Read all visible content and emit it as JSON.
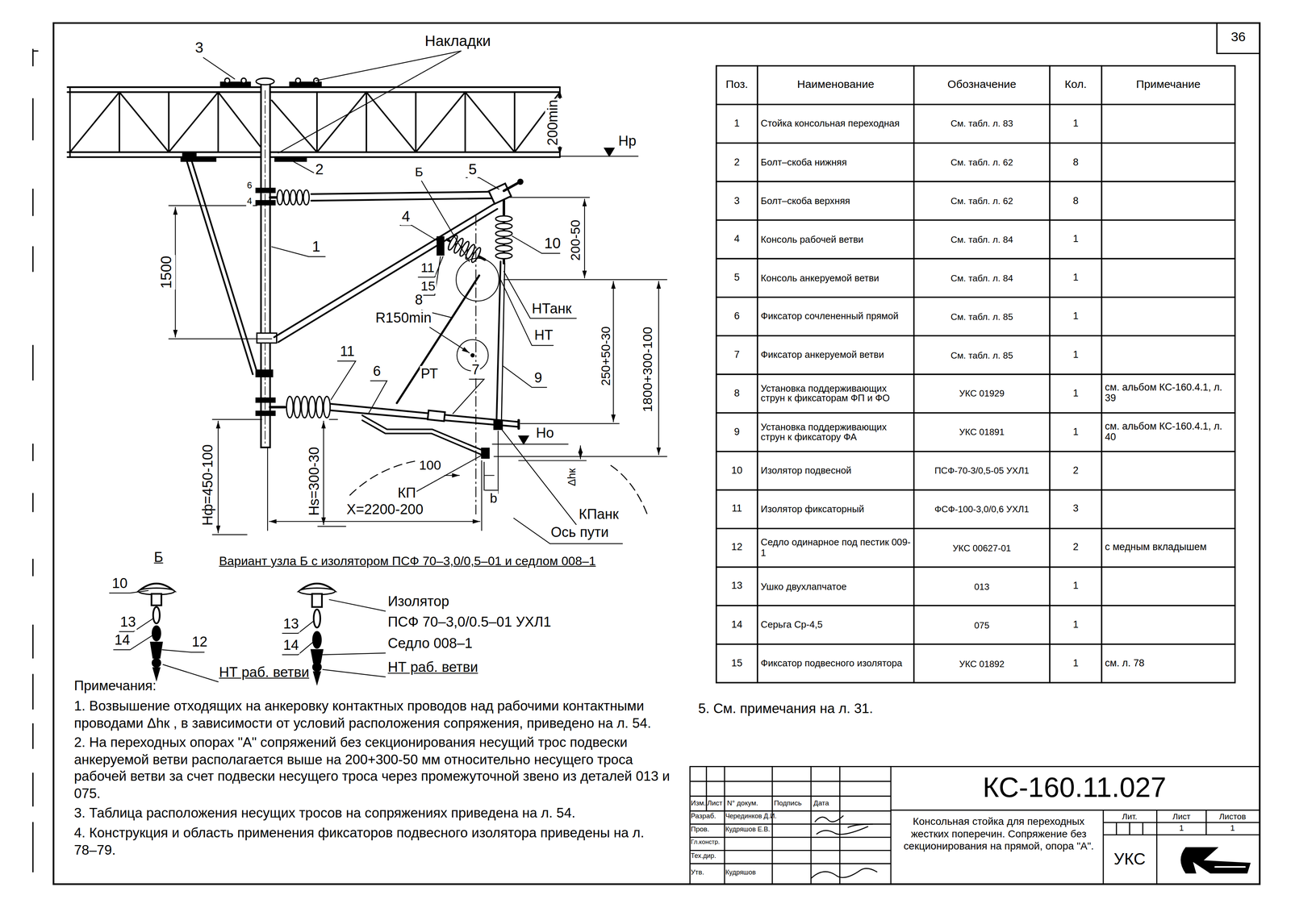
{
  "diagram": {
    "title": "Консольная стойка для переходных жестких поперечин. Сопряжение без секционирования на прямой, опора \"А\".",
    "labels": [
      "3",
      "Накладки",
      "200min",
      "Нр",
      "2",
      "6",
      "4",
      "1500",
      "1",
      "Б",
      "5",
      "4",
      "200-50",
      "10",
      "11",
      "15",
      "НТанк",
      "8",
      "R150min",
      "НТ",
      "РТ",
      "1800+300-100",
      "250+50-30",
      "11",
      "6",
      "9",
      "7",
      "Но",
      "100",
      "Нф=450-100",
      "Нs=300-30",
      "КП",
      "b",
      "Δhк",
      "КПанк",
      "X=2200-200",
      "Ось пути",
      "Вариант узла Б с изолятором ПСФ 70–3,0/0,5–01 и седлом 008–1",
      "Б",
      "10",
      "13",
      "14",
      "12",
      "НТ раб. ветви",
      "Изолятор",
      "ПСФ 70–3,0/0.5–01 УХЛ1",
      "13",
      "14",
      "Седло 008–1",
      "НТ раб. ветви",
      "Примечания:",
      "1. Возвышение отходящих на анкеровку контактных проводов над рабочими контактными проводами Δhк , в зависимости от условий расположения сопряжения, приведено на л. 54.",
      "2. На переходных опорах \"А\" сопряжений без секционирования несущий трос подвески анкеруемой ветви располагается выше на 200+300-50 мм относительно несущего троса рабочей ветви за счет подвески несущего троса через промежуточной звено из деталей 013 и 075.",
      "3. Таблица расположения несущих тросов на сопряжениях приведена на л. 54.",
      "4. Конструкция и область применения фиксаторов подвесного изолятора приведены на л. 78–79.",
      "5. См. примечания на л. 31.",
      "Поз.",
      "Наименование",
      "Обозначение",
      "Кол.",
      "Примечание",
      "1",
      "Стойка консольная переходная",
      "См. табл. л. 83",
      "1",
      "2",
      "Болт–скоба нижняя",
      "См. табл. л. 62",
      "8",
      "3",
      "Болт–скоба верхняя",
      "См. табл. л. 62",
      "8",
      "4",
      "Консоль рабочей ветви",
      "См. табл. л. 84",
      "1",
      "5",
      "Консоль анкеруемой ветви",
      "См. табл. л. 84",
      "1",
      "6",
      "Фиксатор сочлененный прямой",
      "См. табл. л. 85",
      "1",
      "7",
      "Фиксатор анкеруемой ветви",
      "См. табл. л. 85",
      "1",
      "8",
      "Установка поддерживающих струн к фиксаторам ФП и ФО",
      "УКС 01929",
      "1",
      "см. альбом КС-160.4.1, л. 39",
      "9",
      "Установка поддерживающих струн к фиксатору ФА",
      "УКС 01891",
      "1",
      "см. альбом КС-160.4.1, л. 40",
      "10",
      "Изолятор подвесной",
      "ПСФ-70-3/0,5-05 УХЛ1",
      "2",
      "11",
      "Изолятор фиксаторный",
      "ФСФ-100-3,0/0,6 УХЛ1",
      "3",
      "12",
      "Седло одинарное под пестик 009-1",
      "УКС 00627-01",
      "2",
      "с медным вкладышем",
      "13",
      "Ушко двухлапчатое",
      "013",
      "1",
      "14",
      "Серьга Ср-4,5",
      "075",
      "1",
      "15",
      "Фиксатор подвесного изолятора",
      "УКС 01892",
      "1",
      "см. л. 78",
      "Изм.",
      "Лист",
      "N° докум.",
      "Подпись",
      "Дата",
      "Разраб.",
      "Черединков Д.И.",
      "Пров.",
      "Кудряшов Е.В.",
      "Гл.констр.",
      "Тех.дир.",
      "Утв.",
      "Кудряшов",
      "КС-160.11.027",
      "Лит.",
      "Лист",
      "Листов",
      "1",
      "1",
      "УКС",
      "36"
    ]
  }
}
